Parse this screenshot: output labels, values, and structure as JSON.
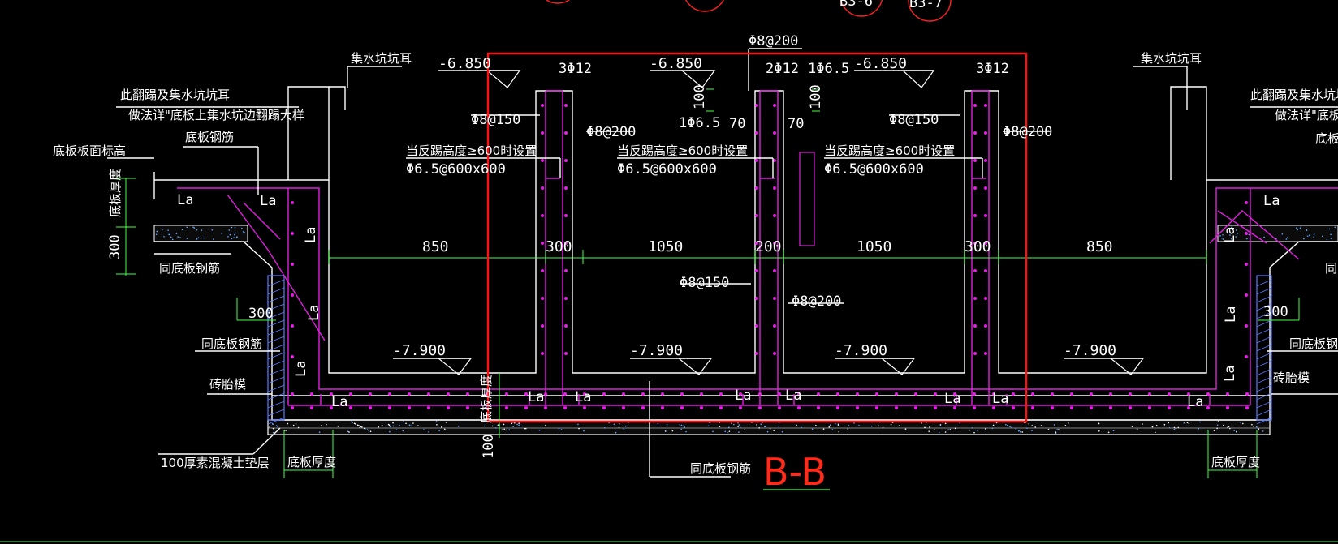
{
  "colors": {
    "background": "#000000",
    "outline": "#ffffff",
    "rebar": "#e020e0",
    "dimension": "#44ff44",
    "highlight": "#ff1010",
    "title": "#ff2a1a"
  },
  "header": {
    "circle_labels": [
      "B3-6",
      "B3-7"
    ]
  },
  "title": "B-B",
  "elevations": {
    "top": [
      "-6.850",
      "-6.850",
      "-6.850"
    ],
    "bottom": [
      "-7.900",
      "-7.900",
      "-7.900",
      "-7.900"
    ]
  },
  "rebar_labels": {
    "top_left": "3Φ12",
    "top_mid": "2Φ12",
    "top_mid_extra": "1Φ6.5",
    "top_right": "3Φ12",
    "side_left": "Φ8@150",
    "side_left2": "Φ8@200",
    "side_right": "Φ8@150",
    "side_right2": "Φ8@200",
    "mid_vert1": "Φ8@150",
    "mid_vert2": "Φ8@200",
    "top_center": "Φ8@200",
    "mid_hook": "1Φ6.5",
    "hundred_left": "100",
    "hundred_right": "100",
    "seventy_left": "70",
    "seventy_right": "70"
  },
  "notes": {
    "cond1": "当反踢高度≥600时设置",
    "cond1_spec": "Φ6.5@600x600",
    "cond2": "当反踢高度≥600时设置",
    "cond2_spec": "Φ6.5@600x600",
    "cond3": "当反踢高度≥600时设置",
    "cond3_spec": "Φ6.5@600x600"
  },
  "left_labels": {
    "sump_ear": "集水坑坑耳",
    "detail1": "此翻蹋及集水坑坑耳",
    "detail2": "做法详\"底板上集水坑边翻蹋大样",
    "slab_rebar": "底板钢筋",
    "slab_top": "底板板面标高",
    "slab_thick_v": "底板厚度",
    "three_hundred": "300",
    "same_rebar": "同底板钢筋",
    "three_hundred_b": "300",
    "same_rebar_b": "同底板钢筋",
    "brick": "砖胎模",
    "cushion": "100厚素混凝土垫层",
    "slab_thick": "底板厚度"
  },
  "right_labels": {
    "sump_ear": "集水坑坑耳",
    "detail1": "此翻蹋及集水坑坑耳",
    "detail2": "做法详\"底板上集",
    "slab_rebar": "底板钢",
    "same_rebar": "同",
    "three_hundred": "300",
    "same_rebar_b": "同底板钢筋",
    "brick": "砖胎模",
    "slab_thick": "底板厚度"
  },
  "bottom_labels": {
    "same_rebar": "同底板钢筋",
    "hundred": "100",
    "slab_thick_v": "底板厚度"
  },
  "la_label": "La",
  "dimensions": [
    "850",
    "300",
    "1050",
    "200",
    "1050",
    "300",
    "850"
  ]
}
